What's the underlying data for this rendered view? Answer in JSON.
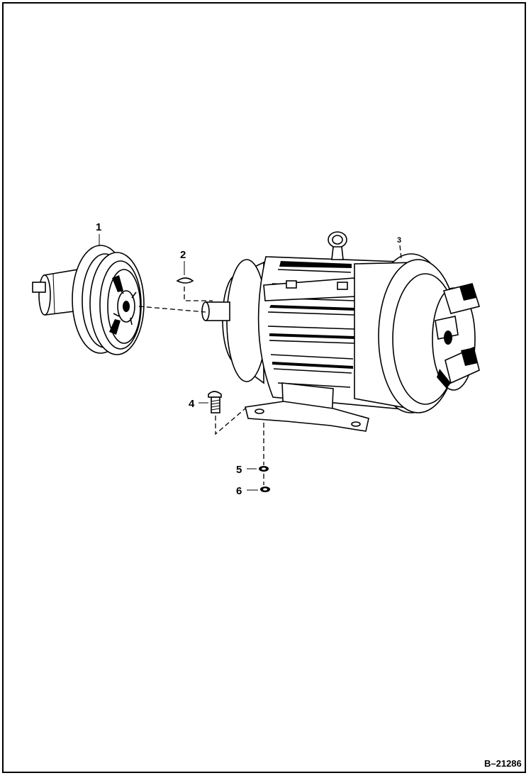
{
  "callouts": {
    "c1": "1",
    "c2": "2",
    "c3": "3",
    "c4": "4",
    "c5": "5",
    "c6": "6"
  },
  "figure_id": "B–21286",
  "colors": {
    "line": "#000000",
    "background": "#ffffff"
  }
}
